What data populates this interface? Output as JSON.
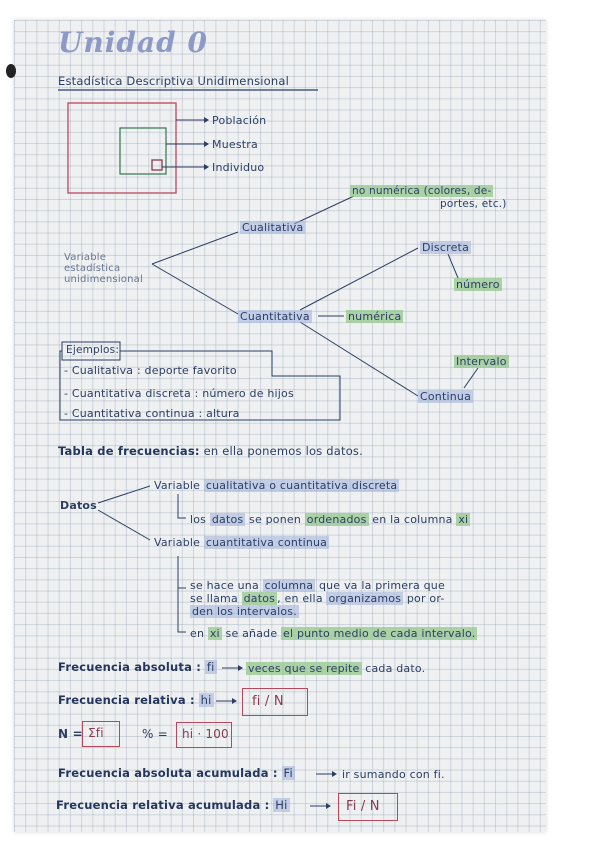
{
  "title": "Unidad 0",
  "subtitle": "Estadística Descriptiva Unidimensional",
  "venn": {
    "poblacion": "Población",
    "muestra": "Muestra",
    "individuo": "Individuo"
  },
  "tree": {
    "root": "Variable estadística unidimensional",
    "cualitativa": "Cualitativa",
    "no_numerica_1": "no numérica (colores, de-",
    "no_numerica_2": "portes, etc.)",
    "cuantitativa": "Cuantitativa",
    "numerica": "numérica",
    "discreta": "Discreta",
    "numero": "número",
    "continua": "Continua",
    "intervalo": "Intervalo"
  },
  "ejemplos": {
    "heading": "Ejemplos:",
    "items": [
      "- Cualitativa : deporte favorito",
      "- Cuantitativa discreta : número de hijos",
      "- Cuantitativa continua : altura"
    ]
  },
  "tabla": {
    "label": "Tabla de frecuencias:",
    "text": "en ella ponemos los datos."
  },
  "datos": {
    "label": "Datos",
    "line1_a": "Variable",
    "line1_b": "cualitativa o cuantitativa discreta",
    "line2_a": "los",
    "line2_b": "datos",
    "line2_c": "se ponen",
    "line2_d": "ordenados",
    "line2_e": "en la columna",
    "line2_f": "xi",
    "line3_a": "Variable",
    "line3_b": "cuantitativa continua",
    "line4_a": "se hace una",
    "line4_b": "columna",
    "line4_c": "que va la primera que",
    "line5_a": "se llama",
    "line5_b": "datos",
    "line5_c": ", en ella",
    "line5_d": "organizamos",
    "line5_e": "por or-",
    "line6": "den los intervalos.",
    "line7_a": "en",
    "line7_b": "xi",
    "line7_c": "se añade",
    "line7_d": "el punto medio de cada intervalo."
  },
  "formulas": {
    "fa_label": "Frecuencia absoluta :",
    "fa_sym": "fi",
    "fa_text_a": "veces que se repite",
    "fa_text_b": "cada dato.",
    "fr_label": "Frecuencia relativa :",
    "fr_sym": "hi",
    "fr_box": "fi / N",
    "n_label": "N =",
    "n_box": "Σfi",
    "pct_label": "% =",
    "pct_box": "hi · 100",
    "faa_label": "Frecuencia absoluta acumulada :",
    "faa_sym": "Fi",
    "faa_text": "ir sumando con fi.",
    "fra_label": "Frecuencia relativa acumulada :",
    "fra_sym": "Hi",
    "fra_box": "Fi / N"
  },
  "arrow": "→",
  "colors": {
    "ink": "#2c3e66",
    "highlight_green": "#94c88c",
    "highlight_blue": "#a0b2dc",
    "box_red": "#b9485c",
    "title": "#8d9ac7"
  }
}
